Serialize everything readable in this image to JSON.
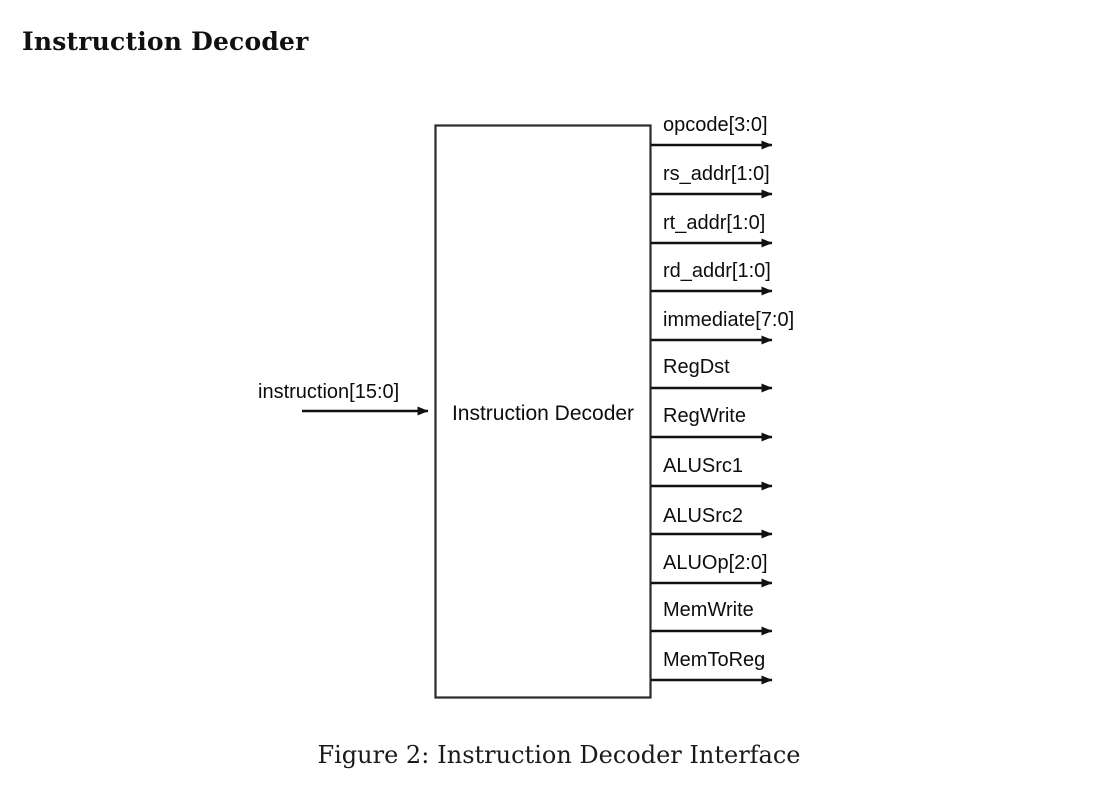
{
  "document": {
    "title": "Instruction Decoder"
  },
  "figure": {
    "caption_label": "Figure 2:",
    "caption_text": "Instruction Decoder Interface",
    "block": {
      "label": "Instruction Decoder"
    },
    "inputs": [
      {
        "name": "instruction",
        "label": "instruction[15:0]",
        "width": 16,
        "direction": "in"
      }
    ],
    "outputs": [
      {
        "name": "opcode",
        "label": "opcode[3:0]",
        "width": 4,
        "direction": "out"
      },
      {
        "name": "rs_addr",
        "label": "rs_addr[1:0]",
        "width": 2,
        "direction": "out"
      },
      {
        "name": "rt_addr",
        "label": "rt_addr[1:0]",
        "width": 2,
        "direction": "out"
      },
      {
        "name": "rd_addr",
        "label": "rd_addr[1:0]",
        "width": 2,
        "direction": "out"
      },
      {
        "name": "immediate",
        "label": "immediate[7:0]",
        "width": 8,
        "direction": "out"
      },
      {
        "name": "RegDst",
        "label": "RegDst",
        "width": 1,
        "direction": "out"
      },
      {
        "name": "RegWrite",
        "label": "RegWrite",
        "width": 1,
        "direction": "out"
      },
      {
        "name": "ALUSrc1",
        "label": "ALUSrc1",
        "width": 1,
        "direction": "out"
      },
      {
        "name": "ALUSrc2",
        "label": "ALUSrc2",
        "width": 1,
        "direction": "out"
      },
      {
        "name": "ALUOp",
        "label": "ALUOp[2:0]",
        "width": 3,
        "direction": "out"
      },
      {
        "name": "MemWrite",
        "label": "MemWrite",
        "width": 1,
        "direction": "out"
      },
      {
        "name": "MemToReg",
        "label": "MemToReg",
        "width": 1,
        "direction": "out"
      }
    ]
  },
  "colors": {
    "background": "#ffffff",
    "stroke": "#111111",
    "box_stroke": "#2a2a2a",
    "text": "#0d0d0d"
  }
}
